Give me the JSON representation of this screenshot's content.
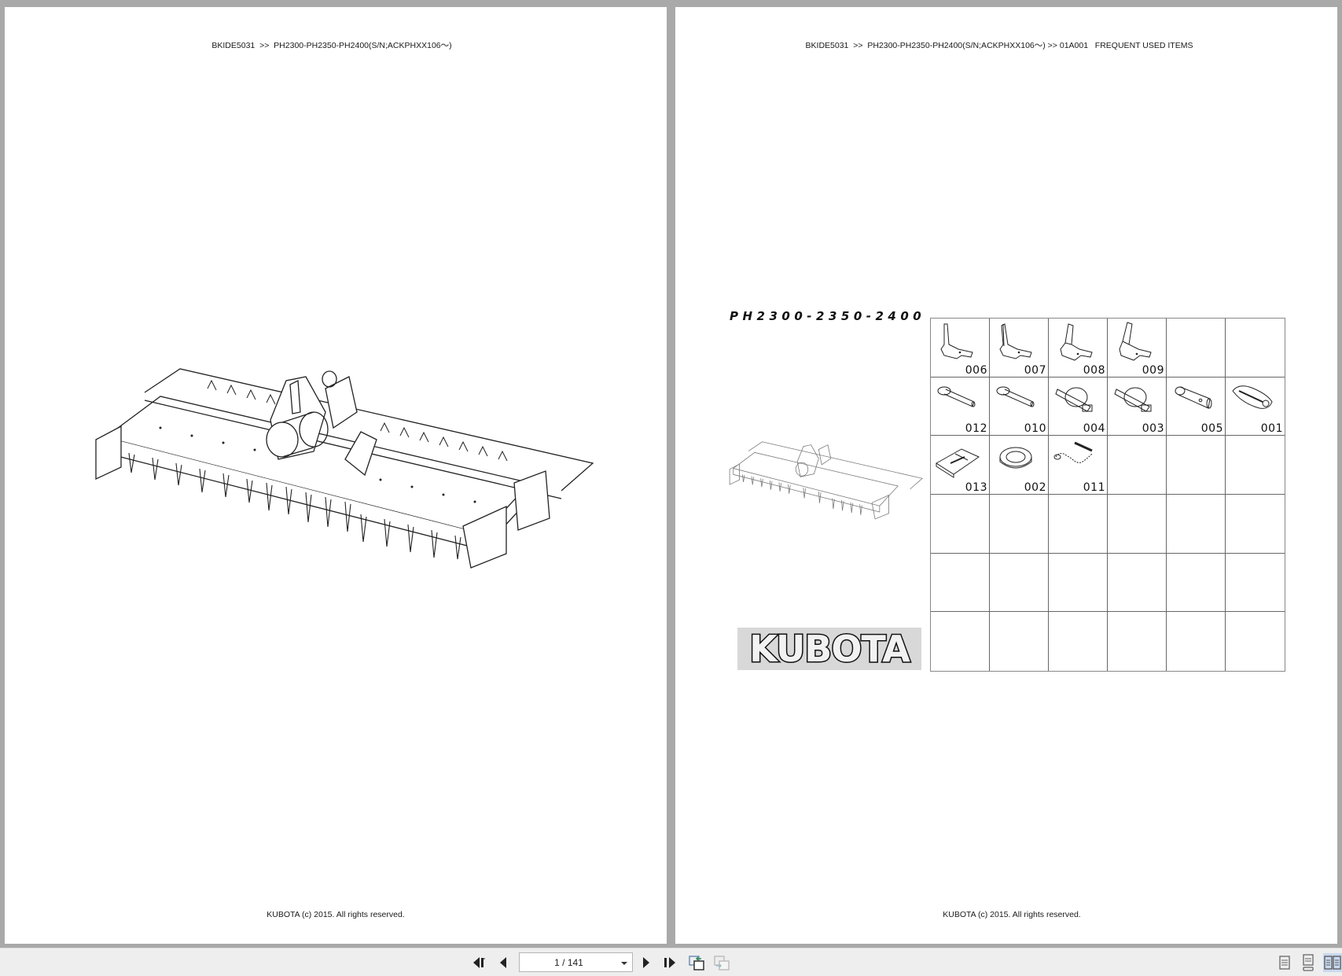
{
  "viewer": {
    "left_page": {
      "header": "BKIDE5031  >>  PH2300-PH2350-PH2400(S/N;ACKPHXX106〜)",
      "illustration": "rotary-harrow-isometric-drawing",
      "footer": "KUBOTA (c) 2015. All rights reserved."
    },
    "right_page": {
      "header": "BKIDE5031  >>  PH2300-PH2350-PH2400(S/N;ACKPHXX106〜) >> 01A001   FREQUENT USED ITEMS",
      "model_title": "PH2300-2350-2400",
      "logo_text": "KUBOTA",
      "illustration": "rotary-harrow-thumbnail",
      "footer": "KUBOTA (c) 2015. All rights reserved.",
      "parts_grid": {
        "columns": 6,
        "rows": 6,
        "cells": [
          {
            "code": "006",
            "icon": "tine-blade-left"
          },
          {
            "code": "007",
            "icon": "tine-blade-right"
          },
          {
            "code": "008",
            "icon": "tine-blade-wide-left"
          },
          {
            "code": "009",
            "icon": "tine-blade-wide-right"
          },
          {
            "code": "",
            "icon": ""
          },
          {
            "code": "",
            "icon": ""
          },
          {
            "code": "012",
            "icon": "pin"
          },
          {
            "code": "010",
            "icon": "pin"
          },
          {
            "code": "004",
            "icon": "linch-pin"
          },
          {
            "code": "003",
            "icon": "linch-pin"
          },
          {
            "code": "005",
            "icon": "clevis-pin"
          },
          {
            "code": "001",
            "icon": "clip"
          },
          {
            "code": "013",
            "icon": "plate-decal"
          },
          {
            "code": "002",
            "icon": "seal-ring"
          },
          {
            "code": "011",
            "icon": "chain-pin"
          },
          {
            "code": "",
            "icon": ""
          },
          {
            "code": "",
            "icon": ""
          },
          {
            "code": "",
            "icon": ""
          },
          {
            "code": "",
            "icon": ""
          },
          {
            "code": "",
            "icon": ""
          },
          {
            "code": "",
            "icon": ""
          },
          {
            "code": "",
            "icon": ""
          },
          {
            "code": "",
            "icon": ""
          },
          {
            "code": "",
            "icon": ""
          },
          {
            "code": "",
            "icon": ""
          },
          {
            "code": "",
            "icon": ""
          },
          {
            "code": "",
            "icon": ""
          },
          {
            "code": "",
            "icon": ""
          },
          {
            "code": "",
            "icon": ""
          },
          {
            "code": "",
            "icon": ""
          },
          {
            "code": "",
            "icon": ""
          },
          {
            "code": "",
            "icon": ""
          },
          {
            "code": "",
            "icon": ""
          },
          {
            "code": "",
            "icon": ""
          },
          {
            "code": "",
            "icon": ""
          },
          {
            "code": "",
            "icon": ""
          }
        ]
      }
    }
  },
  "toolbar": {
    "first_page_icon": "first-page-icon",
    "prev_page_icon": "previous-page-icon",
    "page_indicator": "1 / 141",
    "next_page_icon": "next-page-icon",
    "last_page_icon": "last-page-icon",
    "back_view_icon": "previous-view-icon",
    "forward_view_icon": "next-view-icon",
    "view_modes": [
      "single-page",
      "continuous",
      "two-page"
    ],
    "active_view_mode": "two-page",
    "colors": {
      "toolbar_bg": "#eeeeee",
      "viewer_bg": "#a9a9a9",
      "active_view_bg": "#c9d9ef",
      "nav_icon": "#222222",
      "history_icon_accent": "#3a8a9a"
    }
  }
}
